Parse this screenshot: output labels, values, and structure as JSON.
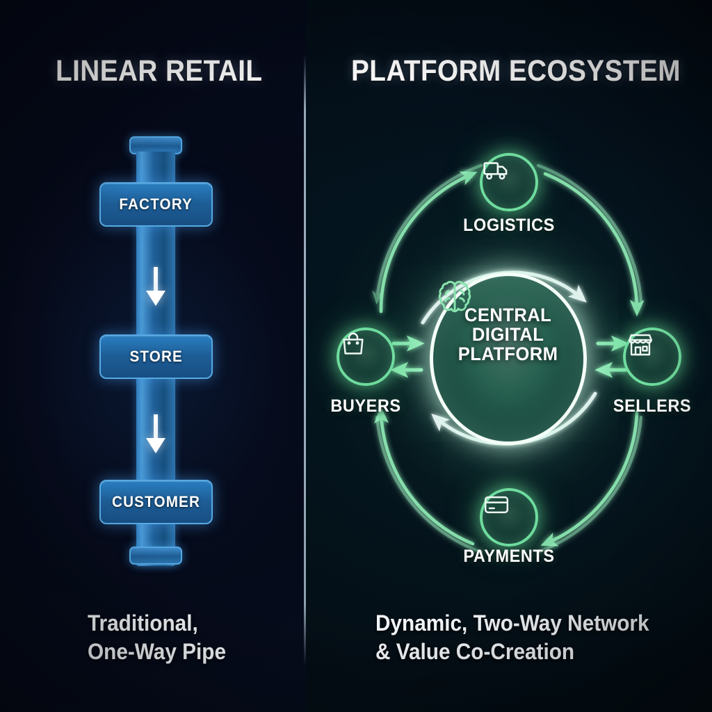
{
  "panels": {
    "left": {
      "title": "LINEAR RETAIL",
      "caption": "Traditional,\nOne-Way Pipe",
      "nodes": [
        {
          "label": "FACTORY"
        },
        {
          "label": "STORE"
        },
        {
          "label": "CUSTOMER"
        }
      ],
      "flow_direction": "down",
      "accent_color": "#57a9e4",
      "pipe_color": "#2a7ec0"
    },
    "right": {
      "title": "PLATFORM ECOSYSTEM",
      "caption": "Dynamic, Two-Way Network\n& Value Co-Creation",
      "hub": {
        "label": "CENTRAL\nDIGITAL\nPLATFORM",
        "icon": "brain-icon"
      },
      "satellites": [
        {
          "label": "LOGISTICS",
          "icon": "truck-icon",
          "position": "top"
        },
        {
          "label": "BUYERS",
          "icon": "shopping-bag-icon",
          "position": "left"
        },
        {
          "label": "SELLERS",
          "icon": "storefront-icon",
          "position": "right"
        },
        {
          "label": "PAYMENTS",
          "icon": "credit-card-icon",
          "position": "bottom"
        }
      ],
      "accent_color": "#6fdc9e",
      "hub_glow_color": "#f4fff8"
    }
  },
  "background": {
    "left_color": "#050a1a",
    "right_color": "#04141e",
    "divider_color": "#b0c4d2"
  }
}
